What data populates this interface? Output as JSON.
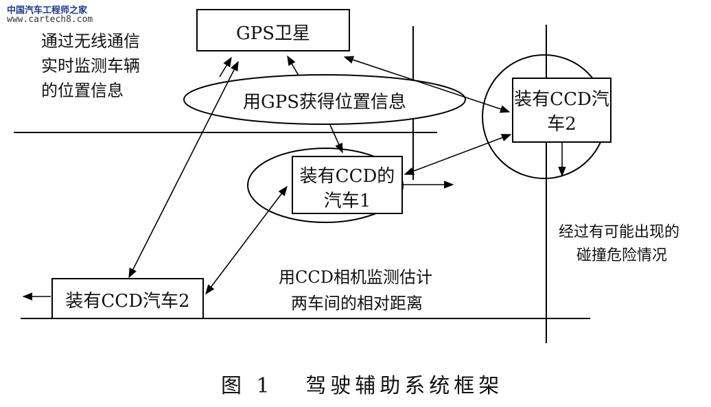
{
  "watermark": {
    "line1": "中国汽车工程师之家",
    "line2": "www.cartech8.com"
  },
  "nodes": {
    "gps_satellite": "GPS卫星",
    "gps_location": "用GPS获得位置信息",
    "car1": [
      "装有CCD的",
      "汽车1"
    ],
    "car2_right": [
      "装有CCD汽",
      "车2"
    ],
    "car2_bottom": "装有CCD汽车2"
  },
  "annotations": {
    "wireless": [
      "通过无线通信",
      "实时监测车辆",
      "的位置信息"
    ],
    "collision": [
      "经过有可能出现的",
      "碰撞危险情况"
    ],
    "ccd_estimate": [
      "用CCD相机监测估计",
      "两车间的相对距离"
    ]
  },
  "caption": "图 1   驾驶辅助系统框架"
}
